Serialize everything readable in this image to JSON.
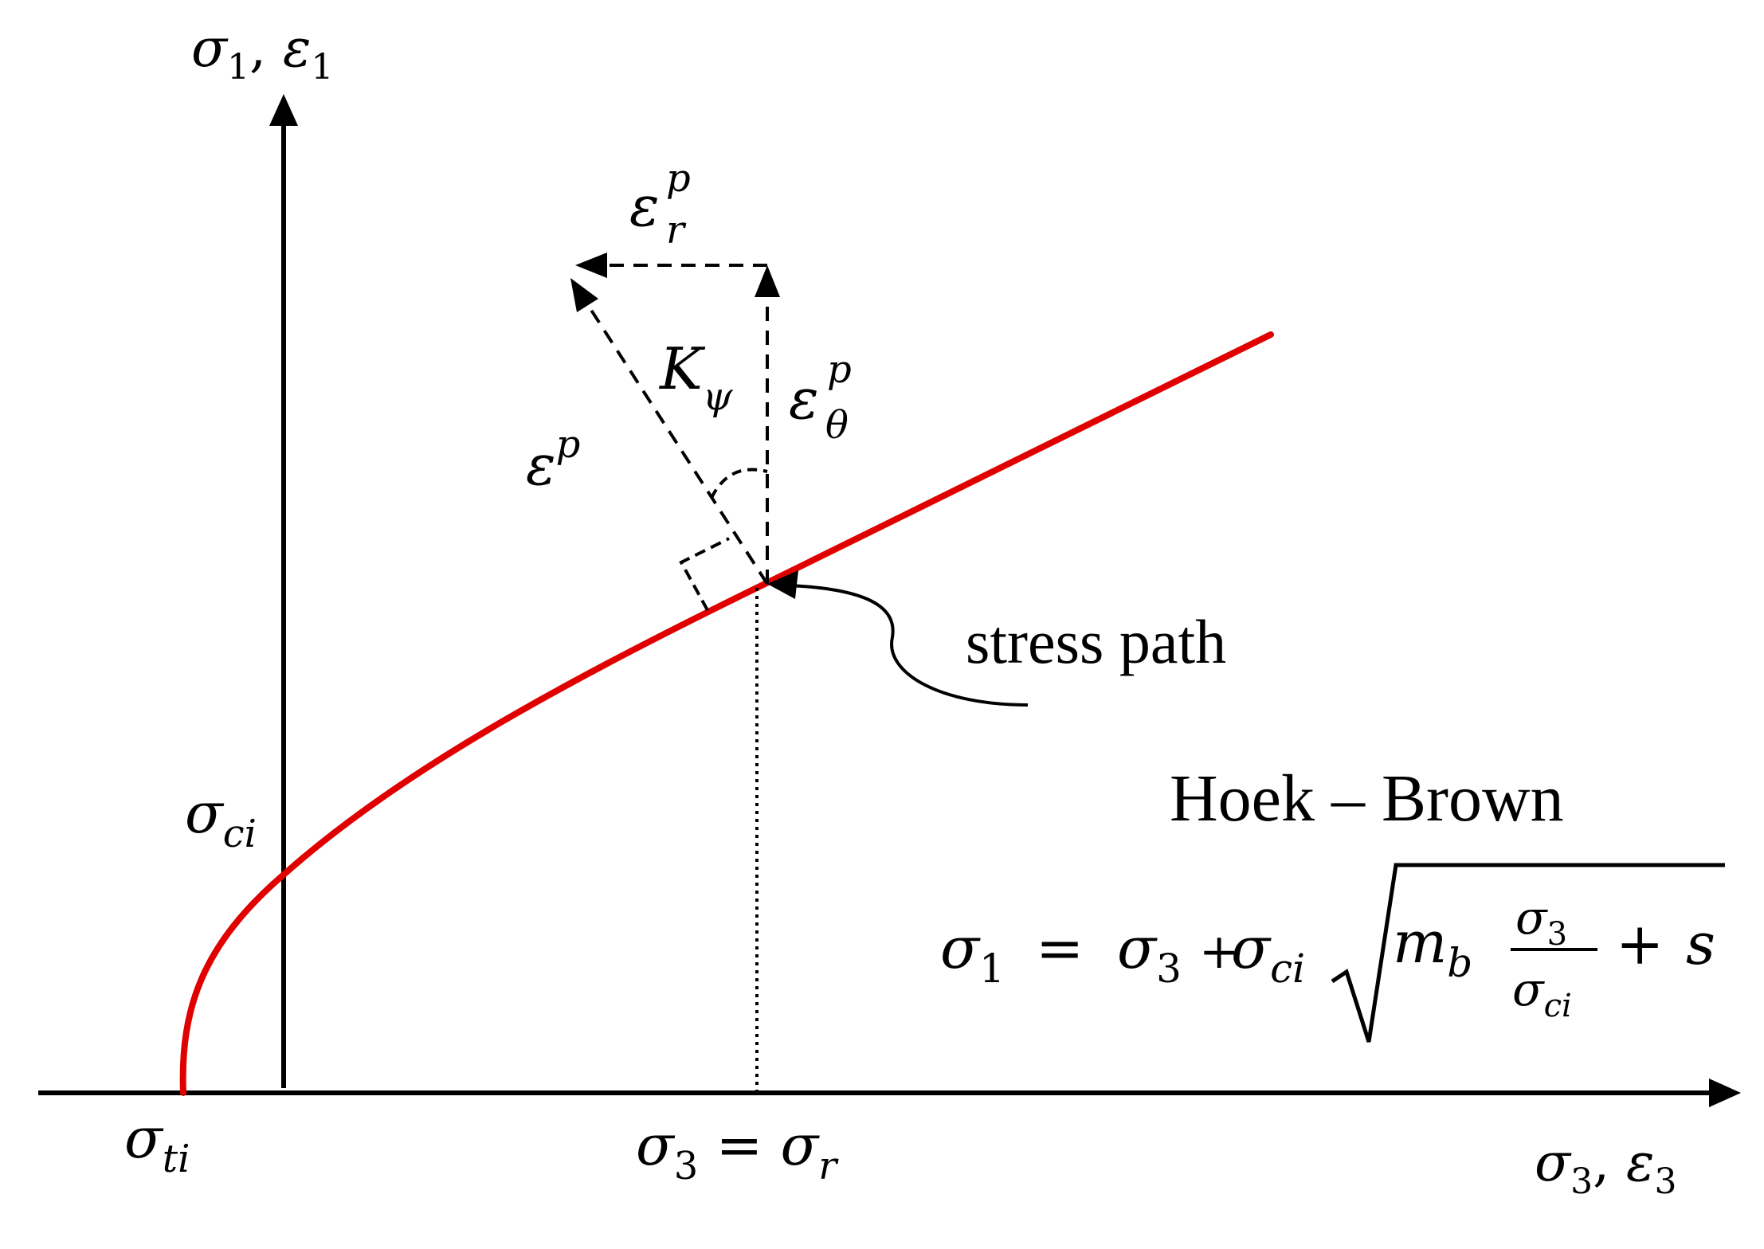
{
  "labels": {
    "y_axis": {
      "main": "σ",
      "sub1": "1",
      "sep": ", ",
      "main2": "ε",
      "sub2": "1"
    },
    "x_axis": {
      "main": "σ",
      "sub1": "3",
      "sep": ", ",
      "main2": "ε",
      "sub2": "3"
    },
    "sigma_ci": {
      "main": "σ",
      "sub": "ci"
    },
    "sigma_ti": {
      "main": "σ",
      "sub": "ti"
    },
    "sigma3_eq": {
      "main": "σ",
      "sub1": "3",
      "eq": " = ",
      "main2": "σ",
      "sub2": "r"
    },
    "eps_r_p": {
      "main": "ε",
      "sup": "p",
      "sub": "r"
    },
    "eps_theta_p": {
      "main": "ε",
      "sup": "p",
      "sub": "θ"
    },
    "eps_p": {
      "main": "ε",
      "sup": "p"
    },
    "k_psi": {
      "main": "K",
      "sub": "ψ"
    },
    "stress_path": "stress path",
    "hoek_brown": "Hoek – Brown"
  },
  "formula": {
    "lhs": "σ",
    "lhs_sub": "1",
    "eq": "=",
    "t1": "σ",
    "t1_sub": "3",
    "plus1": "+",
    "t2": "σ",
    "t2_sub": "ci",
    "m": "m",
    "m_sub": "b",
    "num": "σ",
    "num_sub": "3",
    "den": "σ",
    "den_sub": "ci",
    "plus2": "+",
    "s": "s"
  },
  "colors": {
    "curve": "#e00000",
    "hoek_brown_text": "#d40000",
    "ink": "#000000",
    "background": "#ffffff"
  }
}
